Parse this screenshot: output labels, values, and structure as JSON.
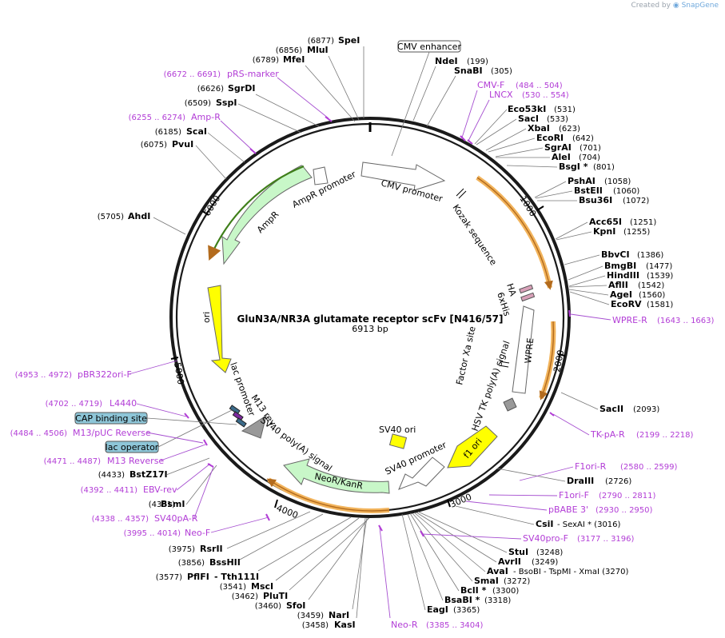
{
  "credit": {
    "prefix": "Created by",
    "brand": "SnapGene"
  },
  "plasmid": {
    "name": "GluN3A/NR3A glutamate receptor scFv [N416/57]",
    "size": "6913 bp"
  },
  "ticks": [
    "1000",
    "2000",
    "3000",
    "4000",
    "5000",
    "6000"
  ],
  "boxed_labels": {
    "cmv_enhancer": "CMV enhancer",
    "cap_site": "CAP binding site",
    "lac_operator": "lac operator"
  },
  "features": {
    "cmv_promoter": "CMV promoter",
    "kozak": "Kozak sequence",
    "ha": "HA",
    "his": "6xHis",
    "factor_xa": "Factor Xa site",
    "wpre": "WPRE",
    "hsv": "HSV TK poly(A) signal",
    "f1ori": "f1 ori",
    "sv40_ori": "SV40 ori",
    "sv40_promoter": "SV40 promoter",
    "neor": "NeoR/KanR",
    "sv40_polya": "SV40 poly(A) signal",
    "m13rev": "M13 rev",
    "lac_promoter": "lac promoter",
    "ori": "ori",
    "ampr": "AmpR",
    "ampr_promoter": "AmpR promoter"
  },
  "enzymes": {
    "spei": {
      "name": "SpeI",
      "pos": "(6877)"
    },
    "mlui": {
      "name": "MluI",
      "pos": "(6856)"
    },
    "mfei": {
      "name": "MfeI",
      "pos": "(6789)"
    },
    "sgrdi": {
      "name": "SgrDI",
      "pos": "(6626)"
    },
    "sspi": {
      "name": "SspI",
      "pos": "(6509)"
    },
    "scai": {
      "name": "ScaI",
      "pos": "(6185)"
    },
    "pvui": {
      "name": "PvuI",
      "pos": "(6075)"
    },
    "ahdi": {
      "name": "AhdI",
      "pos": "(5705)"
    },
    "ndei": {
      "name": "NdeI",
      "pos": "(199)"
    },
    "snabi": {
      "name": "SnaBI",
      "pos": "(305)"
    },
    "eco53ki": {
      "name": "Eco53kI",
      "pos": "(531)"
    },
    "saci": {
      "name": "SacI",
      "pos": "(533)"
    },
    "xbai": {
      "name": "XbaI",
      "pos": "(623)"
    },
    "ecori": {
      "name": "EcoRI",
      "pos": "(642)"
    },
    "sgrai": {
      "name": "SgrAI",
      "pos": "(701)"
    },
    "alei": {
      "name": "AleI",
      "pos": "(704)"
    },
    "bsgi": {
      "name": "BsgI *",
      "pos": "(801)"
    },
    "pshai": {
      "name": "PshAI",
      "pos": "(1058)"
    },
    "bsteii": {
      "name": "BstEII",
      "pos": "(1060)"
    },
    "bsu36i": {
      "name": "Bsu36I",
      "pos": "(1072)"
    },
    "acc65i": {
      "name": "Acc65I",
      "pos": "(1251)"
    },
    "kpni": {
      "name": "KpnI",
      "pos": "(1255)"
    },
    "bbvci": {
      "name": "BbvCI",
      "pos": "(1386)"
    },
    "bmgbi": {
      "name": "BmgBI",
      "pos": "(1477)"
    },
    "hindiii": {
      "name": "HindIII",
      "pos": "(1539)"
    },
    "aflii": {
      "name": "AflII",
      "pos": "(1542)"
    },
    "agei": {
      "name": "AgeI",
      "pos": "(1560)"
    },
    "ecorv": {
      "name": "EcoRV",
      "pos": "(1581)"
    },
    "sacii": {
      "name": "SacII",
      "pos": "(2093)"
    },
    "draiii": {
      "name": "DraIII",
      "pos": "(2726)"
    },
    "csii": {
      "name": "CsiI",
      "pos": "- SexAI *  (3016)"
    },
    "stui": {
      "name": "StuI",
      "pos": "(3248)"
    },
    "avrii": {
      "name": "AvrII",
      "pos": "(3249)"
    },
    "avai": {
      "name": "AvaI",
      "pos": "- BsoBI  - TspMI  - XmaI   (3270)"
    },
    "smai": {
      "name": "SmaI",
      "pos": "(3272)"
    },
    "bcli": {
      "name": "BclI *",
      "pos": "(3300)"
    },
    "bsabi": {
      "name": "BsaBI *",
      "pos": "(3318)"
    },
    "eagi": {
      "name": "EagI",
      "pos": "(3365)"
    },
    "kasi": {
      "name": "KasI",
      "pos": "(3458)"
    },
    "nari": {
      "name": "NarI",
      "pos": "(3459)"
    },
    "sfoi": {
      "name": "SfoI",
      "pos": "(3460)"
    },
    "pluti": {
      "name": "PluTI",
      "pos": "(3462)"
    },
    "msci": {
      "name": "MscI",
      "pos": "(3541)"
    },
    "pflfi": {
      "name": "PflFI",
      "pos": "- Tth111I",
      "pre": "(3577)"
    },
    "bsshii": {
      "name": "BssHII",
      "pos": "(3856)"
    },
    "rsrii": {
      "name": "RsrII",
      "pos": "(3975)"
    },
    "bsmi": {
      "name": "BsmI",
      "pos": "(4381)"
    },
    "bstz17i": {
      "name": "BstZ17I",
      "pos": "(4433)"
    }
  },
  "primers": {
    "prs": {
      "name": "pRS-marker",
      "pos": "(6672 .. 6691)"
    },
    "ampr": {
      "name": "Amp-R",
      "pos": "(6255 .. 6274)"
    },
    "cmvf": {
      "name": "CMV-F",
      "pos": "(484 .. 504)"
    },
    "lncx": {
      "name": "LNCX",
      "pos": "(530 .. 554)"
    },
    "wprer": {
      "name": "WPRE-R",
      "pos": "(1643 .. 1663)"
    },
    "tkpar": {
      "name": "TK-pA-R",
      "pos": "(2199 .. 2218)"
    },
    "f1orir": {
      "name": "F1ori-R",
      "pos": "(2580 .. 2599)"
    },
    "f1orif": {
      "name": "F1ori-F",
      "pos": "(2790 .. 2811)"
    },
    "pbabe": {
      "name": "pBABE 3'",
      "pos": "(2930 .. 2950)"
    },
    "sv40prof": {
      "name": "SV40pro-F",
      "pos": "(3177 .. 3196)"
    },
    "neor": {
      "name": "Neo-R",
      "pos": "(3385 .. 3404)"
    },
    "neof": {
      "name": "Neo-F",
      "pos": "(3995 .. 4014)"
    },
    "sv40par": {
      "name": "SV40pA-R",
      "pos": "(4338 .. 4357)"
    },
    "ebvrev": {
      "name": "EBV-rev",
      "pos": "(4392 .. 4411)"
    },
    "m13reverse": {
      "name": "M13 Reverse",
      "pos": "(4471 .. 4487)"
    },
    "m13puc": {
      "name": "M13/pUC Reverse",
      "pos": "(4484 .. 4506)"
    },
    "l4440": {
      "name": "L4440",
      "pos": "(4702 .. 4719)"
    },
    "pbr322": {
      "name": "pBR322ori-F",
      "pos": "(4953 .. 4972)"
    }
  },
  "colors": {
    "ring": "#1a1a1a",
    "primer": "#b23dd6",
    "cds_orange": "#f2b45c",
    "cds_arrow": "#b36b1d",
    "ori_yellow": "#ffff00",
    "marker_green": "#c8f7c8",
    "amp_dark": "#3f7f1a",
    "box_blue": "#8ec6d8"
  }
}
